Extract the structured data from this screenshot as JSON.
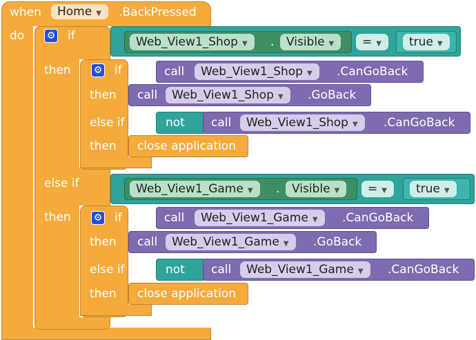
{
  "event": {
    "when": "when",
    "component": "Home",
    "name": ".BackPressed",
    "do": "do"
  },
  "outer_if": {
    "if": "if",
    "then": "then",
    "else_if": "else if",
    "then2": "then"
  },
  "condition1": {
    "component": "Web_View1_Shop",
    "dot": ".",
    "property": "Visible",
    "op": "=",
    "value": "true"
  },
  "condition2": {
    "component": "Web_View1_Game",
    "dot": ".",
    "property": "Visible",
    "op": "=",
    "value": "true"
  },
  "inner_shop": {
    "if": "if",
    "then": "then",
    "else_if": "else if",
    "then2": "then",
    "call": "call",
    "component": "Web_View1_Shop",
    "cangoback": ".CanGoBack",
    "goback": ".GoBack",
    "not": "not",
    "close": "close application"
  },
  "inner_game": {
    "if": "if",
    "then": "then",
    "else_if": "else if",
    "then2": "then",
    "call": "call",
    "component": "Web_View1_Game",
    "cangoback": ".CanGoBack",
    "goback": ".GoBack",
    "not": "not",
    "close": "close application"
  },
  "colors": {
    "event_orange": "#f5ab3c",
    "call_purple": "#7e6bb0",
    "logic_teal": "#2fa49a",
    "getter_green": "#3e8f64",
    "mutator_blue": "#1f4fe0"
  },
  "icons": {
    "mutator": "gear-icon",
    "dropdown": "chevron-down-icon"
  }
}
